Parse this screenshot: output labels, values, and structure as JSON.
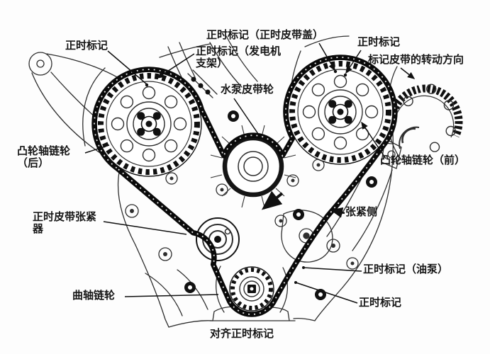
{
  "diagram": {
    "kind": "engine-timing-belt-diagram",
    "labels": {
      "timing_mark_top_left": "正时标记",
      "timing_mark_belt_cover": "正时标记（正时皮带盖）",
      "timing_mark_generator_bracket": "正时标记（发电机支架）",
      "water_pump_pulley": "水泵皮带轮",
      "timing_mark_top_right": "正时标记",
      "belt_rotation_direction": "标记皮带的转动方向",
      "camshaft_sprocket_rear": "凸轮轴链轮（后）",
      "timing_belt_tensioner": "正时皮带张紧器",
      "crankshaft_sprocket": "曲轴链轮",
      "tension_side": "张紧侧",
      "camshaft_sprocket_front": "凸轮轴链轮（前）",
      "timing_mark_oil_pump": "正时标记（油泵）",
      "timing_mark_crank": "正时标记",
      "align_timing_marks": "对齐正时标记"
    },
    "colors": {
      "background": "#ffffff",
      "outline": "#2e2e2e",
      "ink": "#101010",
      "text": "#161616"
    }
  }
}
